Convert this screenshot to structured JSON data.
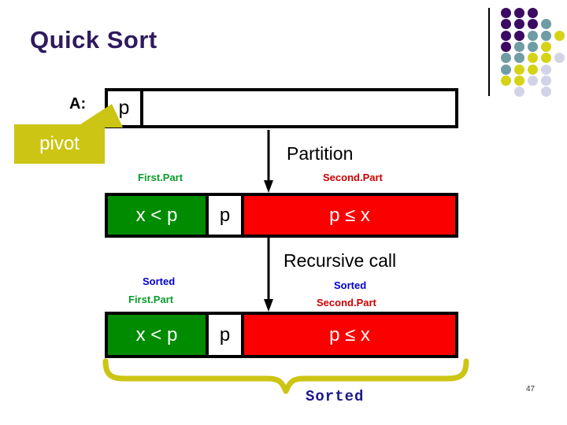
{
  "slide": {
    "title": "Quick Sort",
    "page_number": "47"
  },
  "array": {
    "label": "A:",
    "pivot_cell": "p"
  },
  "pivot_callout": {
    "text": "pivot",
    "color": "#ccc513"
  },
  "steps": {
    "partition": "Partition",
    "recursive": "Recursive call"
  },
  "labels": {
    "firstpart": "First.Part",
    "secondpart": "Second.Part",
    "sorted": "Sorted",
    "sorted_firstpart": "First.Part",
    "sorted_secondpart": "Second.Part"
  },
  "bars": {
    "partitioned": {
      "first": "x < p",
      "pivot": "p",
      "second": "p ≤ x"
    },
    "recursed": {
      "first": "x < p",
      "pivot": "p",
      "second": "p ≤ x"
    }
  },
  "final": {
    "sorted": "Sorted"
  },
  "colors": {
    "title": "#2e1a5e",
    "first_part": "#008c00",
    "second_part": "#fa0000",
    "pivot_box": "#ccc513",
    "sorted_label": "#0000cc",
    "brace": "#ccc513"
  },
  "logo": {
    "name": "dot-grid-logo",
    "dots": [
      {
        "c": 0,
        "r": 0,
        "color": "#3b0a63"
      },
      {
        "c": 1,
        "r": 0,
        "color": "#3b0a63"
      },
      {
        "c": 2,
        "r": 0,
        "color": "#3b0a63"
      },
      {
        "c": 0,
        "r": 1,
        "color": "#3b0a63"
      },
      {
        "c": 1,
        "r": 1,
        "color": "#3b0a63"
      },
      {
        "c": 2,
        "r": 1,
        "color": "#3b0a63"
      },
      {
        "c": 3,
        "r": 1,
        "color": "#6f9ca5"
      },
      {
        "c": 0,
        "r": 2,
        "color": "#3b0a63"
      },
      {
        "c": 1,
        "r": 2,
        "color": "#3b0a63"
      },
      {
        "c": 2,
        "r": 2,
        "color": "#6f9ca5"
      },
      {
        "c": 3,
        "r": 2,
        "color": "#6f9ca5"
      },
      {
        "c": 4,
        "r": 2,
        "color": "#d6d316"
      },
      {
        "c": 0,
        "r": 3,
        "color": "#3b0a63"
      },
      {
        "c": 1,
        "r": 3,
        "color": "#6f9ca5"
      },
      {
        "c": 2,
        "r": 3,
        "color": "#6f9ca5"
      },
      {
        "c": 3,
        "r": 3,
        "color": "#d6d316"
      },
      {
        "c": 0,
        "r": 4,
        "color": "#6f9ca5"
      },
      {
        "c": 1,
        "r": 4,
        "color": "#6f9ca5"
      },
      {
        "c": 2,
        "r": 4,
        "color": "#d6d316"
      },
      {
        "c": 3,
        "r": 4,
        "color": "#d6d316"
      },
      {
        "c": 4,
        "r": 4,
        "color": "#d3d3e8"
      },
      {
        "c": 0,
        "r": 5,
        "color": "#6f9ca5"
      },
      {
        "c": 1,
        "r": 5,
        "color": "#d6d316"
      },
      {
        "c": 2,
        "r": 5,
        "color": "#d6d316"
      },
      {
        "c": 3,
        "r": 5,
        "color": "#d3d3e8"
      },
      {
        "c": 0,
        "r": 6,
        "color": "#d6d316"
      },
      {
        "c": 1,
        "r": 6,
        "color": "#d6d316"
      },
      {
        "c": 2,
        "r": 6,
        "color": "#d3d3e8"
      },
      {
        "c": 3,
        "r": 6,
        "color": "#d3d3e8"
      },
      {
        "c": 1,
        "r": 7,
        "color": "#d3d3e8"
      },
      {
        "c": 3,
        "r": 7,
        "color": "#d3d3e8"
      }
    ]
  }
}
